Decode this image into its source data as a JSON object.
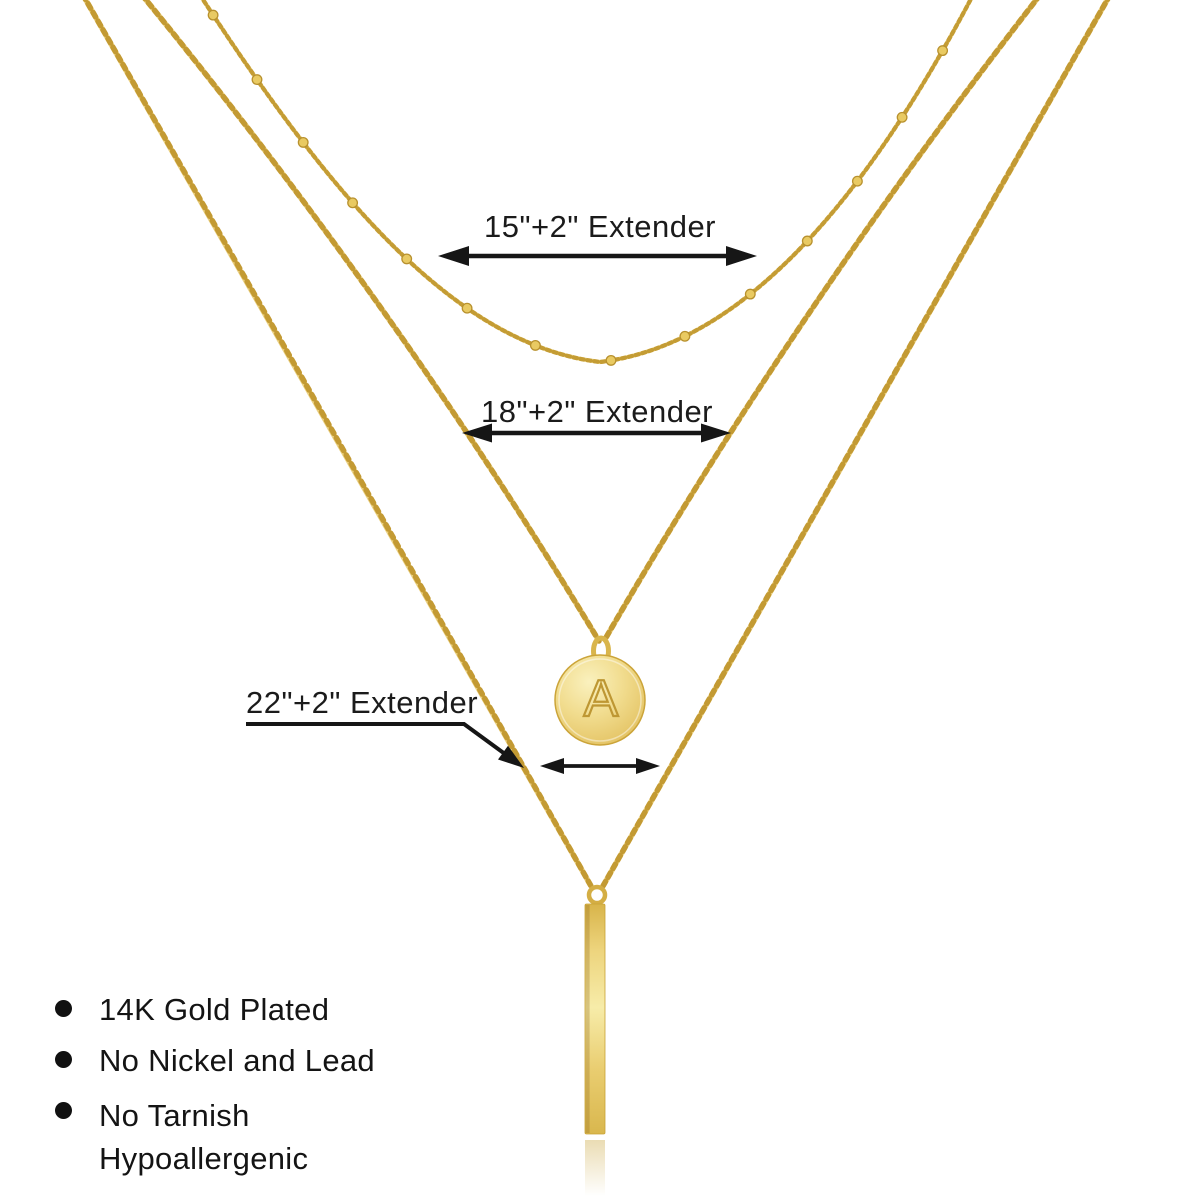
{
  "product": {
    "description": "three-layered gold necklace",
    "disc_initial": "A"
  },
  "measurements": {
    "top_chain": "15\"+2\" Extender",
    "middle_chain": "18\"+2\" Extender",
    "bottom_chain": "22\"+2\" Extender"
  },
  "features": [
    "14K Gold Plated",
    "No Nickel and Lead",
    "No Tarnish",
    "Hypoallergenic"
  ],
  "colors": {
    "gold_light": "#F7ECA9",
    "gold_mid": "#DDBB52",
    "gold_dark": "#B8912E",
    "annotation_black": "#161616",
    "background": "#ffffff"
  }
}
